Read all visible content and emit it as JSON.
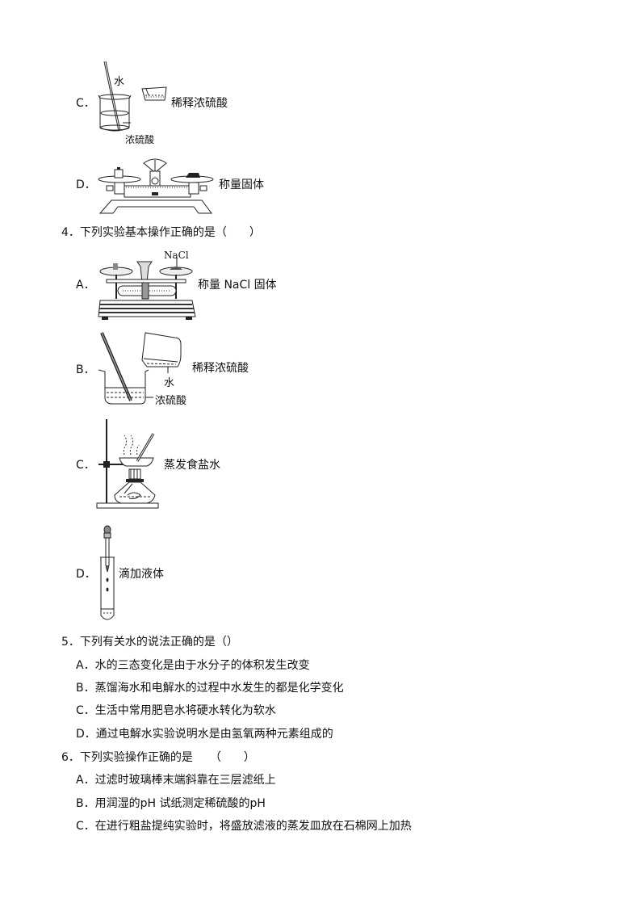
{
  "q3_continued": {
    "option_c": {
      "letter": "C．",
      "caption": "稀释浓硫酸",
      "label_water": "水",
      "label_acid": "浓硫酸"
    },
    "option_d": {
      "letter": "D．",
      "caption": "称量固体"
    }
  },
  "q4": {
    "stem": "4．下列实验基本操作正确的是（　　）",
    "options": [
      {
        "letter": "A．",
        "caption": "称量 NaCl 固体",
        "figure_label": "NaCl"
      },
      {
        "letter": "B．",
        "caption": "稀释浓硫酸",
        "label_water": "水",
        "label_acid": "浓硫酸"
      },
      {
        "letter": "C．",
        "caption": "蒸发食盐水"
      },
      {
        "letter": "D．",
        "caption": "滴加液体"
      }
    ]
  },
  "q5": {
    "stem": "5．下列有关水的说法正确的是（）",
    "options": [
      "A．水的三态变化是由于水分子的体积发生改变",
      "B．蒸馏海水和电解水的过程中水发生的都是化学变化",
      "C．生活中常用肥皂水将硬水转化为软水",
      "D．通过电解水实验说明水是由氢氧两种元素组成的"
    ]
  },
  "q6": {
    "stem": "6．下列实验操作正确的是　　（　　）",
    "options": [
      "A．过滤时玻璃棒末端斜靠在三层滤纸上",
      "B．用润湿的pH 试纸测定稀硫酸的pH",
      "C．在进行粗盐提纯实验时，将盛放滤液的蒸发皿放在石棉网上加热"
    ]
  }
}
